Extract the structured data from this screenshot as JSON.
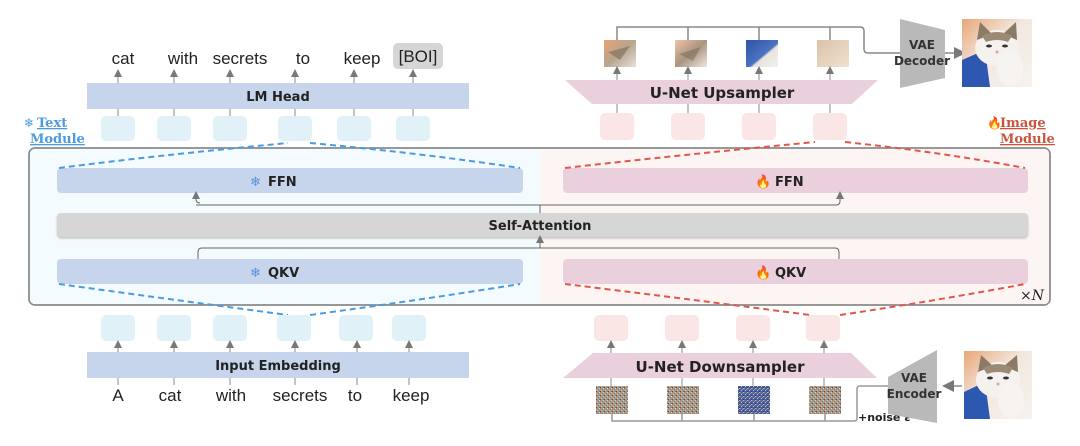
{
  "text_module": {
    "label_line1": "Text",
    "label_line2": "Module",
    "icon": "snowflake-icon",
    "output_tokens": [
      "cat",
      "with",
      "secrets",
      "to",
      "keep",
      "[BOI]"
    ],
    "input_tokens": [
      "A",
      "cat",
      "with",
      "secrets",
      "to",
      "keep"
    ],
    "lm_head_label": "LM Head",
    "input_embedding_label": "Input Embedding",
    "ffn_label": "FFN",
    "qkv_label": "QKV"
  },
  "image_module": {
    "label_line1": "Image",
    "label_line2": "Module",
    "icon": "fire-icon",
    "upsampler_label": "U-Net Upsampler",
    "downsampler_label": "U-Net Downsampler",
    "ffn_label": "FFN",
    "qkv_label": "QKV",
    "vae_decoder_line1": "VAE",
    "vae_decoder_line2": "Decoder",
    "vae_encoder_line1": "VAE",
    "vae_encoder_line2": "Encoder",
    "noise_label": "+noise ε"
  },
  "shared": {
    "self_attention_label": "Self-Attention",
    "repeat_label": "×N"
  },
  "colors": {
    "text_blue": "#4a9be0",
    "text_block": "#c6d5eb",
    "text_token_box": "#e0f1f8",
    "text_bg": "#f3fbfe",
    "image_red": "#e0584a",
    "image_block": "#ead0dc",
    "image_token_box": "#fbe6e6",
    "image_bg": "#fdf5f4",
    "attention": "#d6d6d6",
    "vae_gray": "#b9b9b9"
  }
}
